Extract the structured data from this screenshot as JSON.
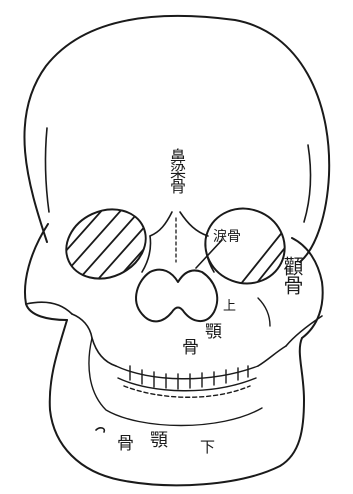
{
  "labels": {
    "nasal_bone": "鼻梁骨",
    "lacrimal_bone": "淚骨",
    "zygomatic_bone": "顴骨",
    "maxilla_upper": "上",
    "maxilla_char2": "顎",
    "maxilla_char3": "骨",
    "mandible": "下顎骨"
  },
  "colors": {
    "ink": "#1a1a1a",
    "paper": "#ffffff"
  }
}
